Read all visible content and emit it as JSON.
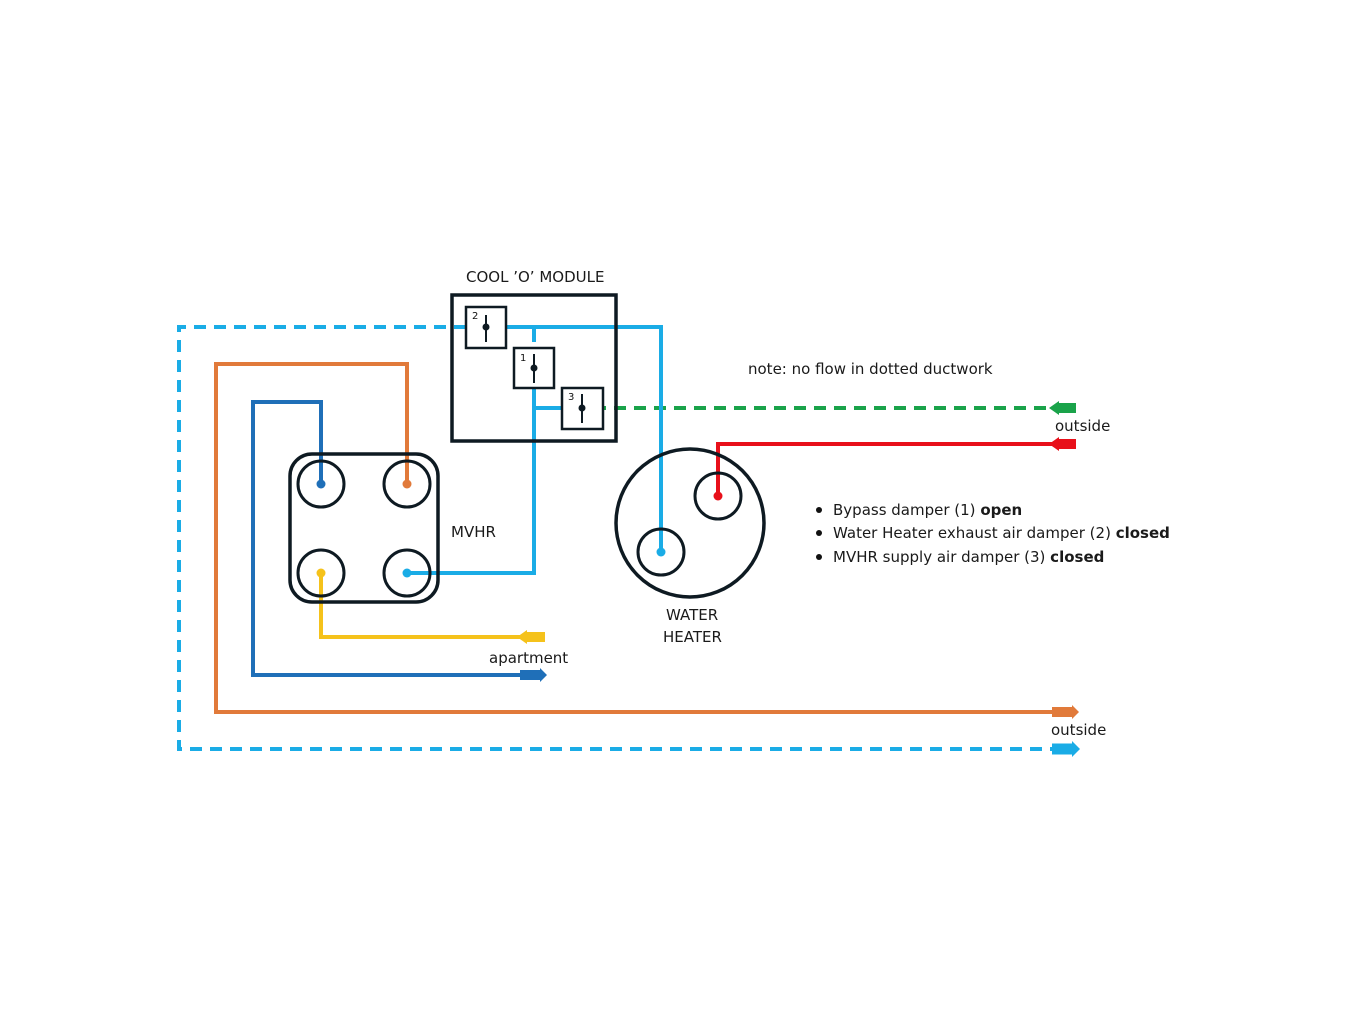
{
  "labels": {
    "module": "COOL ’O’ MODULE",
    "mvhr": "MVHR",
    "water_heater_line1": "WATER",
    "water_heater_line2": "HEATER",
    "note": "note: no flow in dotted ductwork",
    "outside_top": "outside",
    "outside_bottom": "outside",
    "apartment": "apartment"
  },
  "dampers": [
    {
      "number": "1"
    },
    {
      "number": "2"
    },
    {
      "number": "3"
    }
  ],
  "damper_states": [
    {
      "text": "Bypass damper (1) ",
      "state": "open"
    },
    {
      "text": "Water Heater exhaust air damper (2) ",
      "state": "closed"
    },
    {
      "text": "MVHR supply air damper (3) ",
      "state": "closed"
    }
  ],
  "colors": {
    "exhaust_light_blue": "#1aace6",
    "dark_blue": "#1f6fb8",
    "orange": "#e17a3a",
    "yellow": "#f5c21b",
    "green": "#1aa34a",
    "red": "#e8101a",
    "outline": "#0e1a22"
  }
}
